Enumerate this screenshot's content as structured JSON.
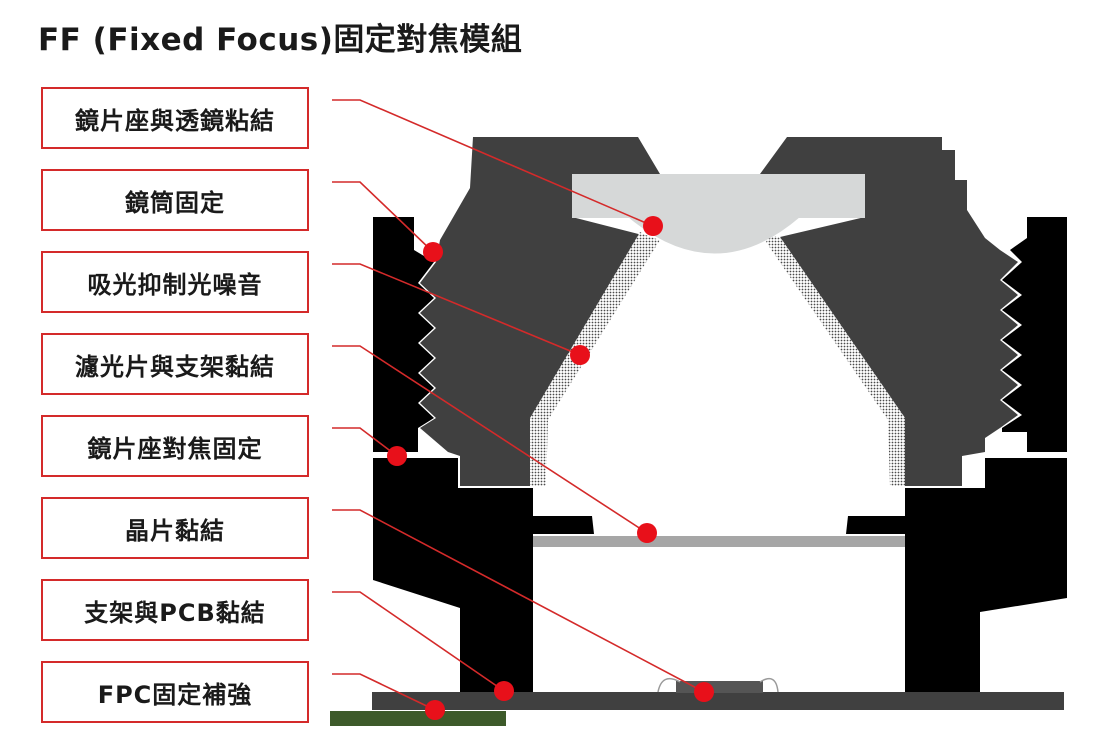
{
  "title": "FF (Fixed Focus)固定對焦模組",
  "labels": [
    "鏡片座與透鏡粘結",
    "鏡筒固定",
    "吸光抑制光噪音",
    "濾光片與支架黏結",
    "鏡片座對焦固定",
    "晶片黏結",
    "支架與PCB黏結",
    "FPC固定補強"
  ],
  "colors": {
    "frame": "#000000",
    "barrel": "#404040",
    "lens": "#d6d8d8",
    "filter": "#a6a6a6",
    "pcb": "#404040",
    "chip": "#555555",
    "fpc": "#3d5a2a",
    "callout": "#d42a2a",
    "dot": "#e8101a"
  }
}
